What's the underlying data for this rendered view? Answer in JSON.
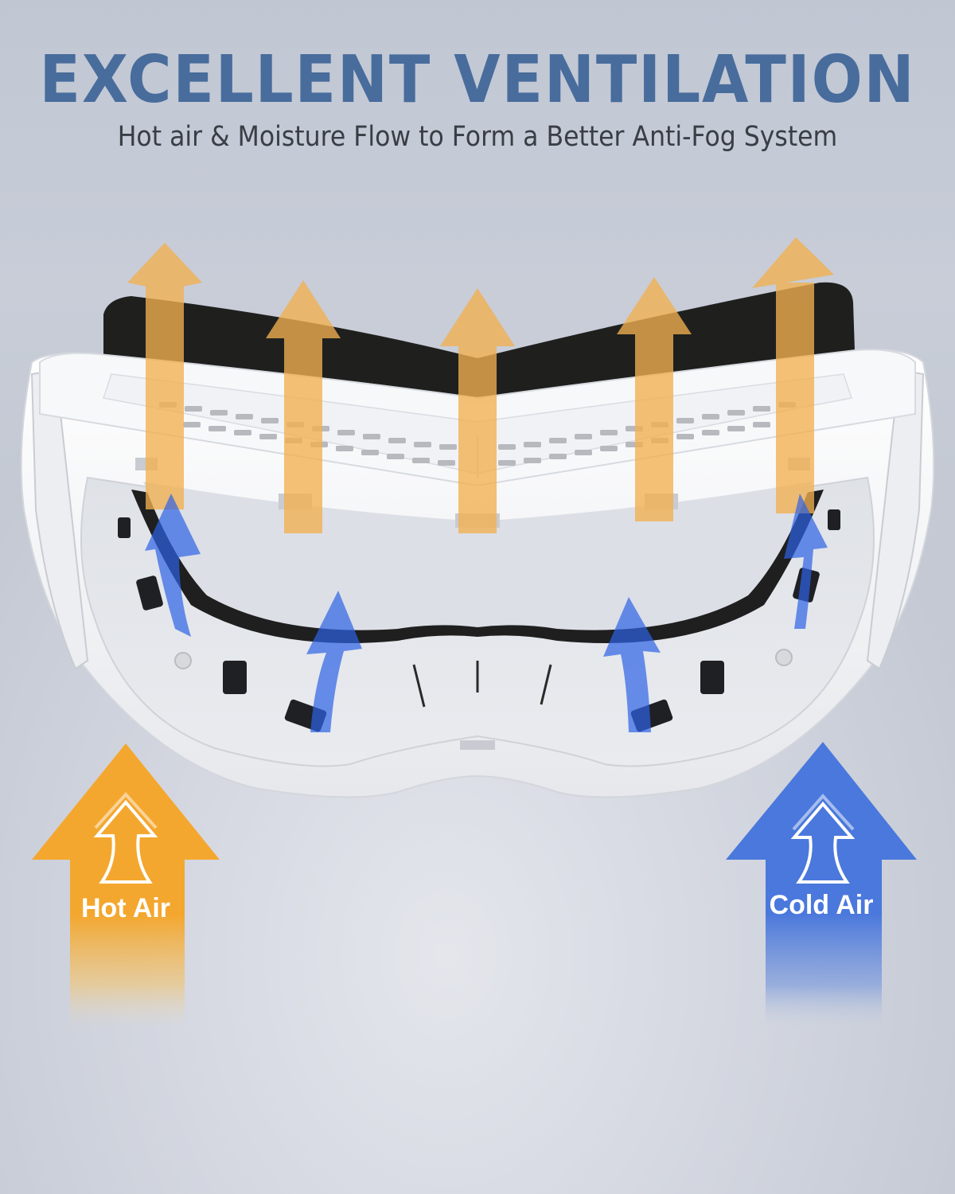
{
  "header": {
    "title": "EXCELLENT VENTILATION",
    "subtitle": "Hot air & Moisture Flow to Form a Better Anti-Fog System"
  },
  "illustration": {
    "subject": "white vented face cushion / goggle frame with black foam liner",
    "airflow_arrows": {
      "hot_air_top_count": 5,
      "cold_air_inner_count": 4
    }
  },
  "legend": {
    "hot_air": {
      "label": "Hot Air",
      "icon": "up-arrow-outline-icon",
      "color": "#f4a72e"
    },
    "cold_air": {
      "label": "Cold Air",
      "icon": "up-arrow-outline-icon",
      "color": "#4a78dc"
    }
  },
  "colors": {
    "title": "#486c9c",
    "subtitle": "#3a3d44",
    "background": "#c8cdd8",
    "hot_arrow_translucent": "#f2b55a",
    "cold_arrow_translucent": "#2f63e0",
    "foam": "#1f201e",
    "frame": "#f4f5f7"
  }
}
